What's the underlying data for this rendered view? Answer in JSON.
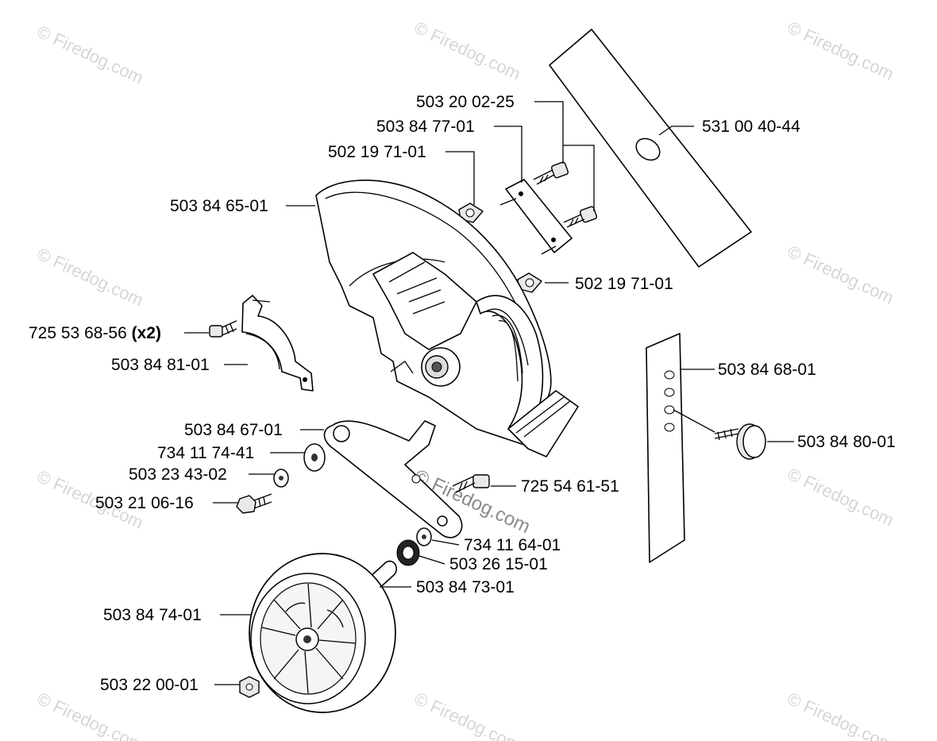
{
  "watermark": "© Firedog.com",
  "center_watermark": "© Firedog.com",
  "parts": {
    "blade": "531 00 40-44",
    "screw_blade": "503 20 02-25",
    "clamp_plate": "503 84 77-01",
    "nut_upper": "502 19 71-01",
    "nut_lower": "502 19 71-01",
    "guard": "503 84 65-01",
    "clamp_screw": "725 53 68-56",
    "clamp_screw_qty": "(x2)",
    "clamp": "503 84 81-01",
    "bracket_plate": "503 84 68-01",
    "knob": "503 84 80-01",
    "wheel_arm": "503 84 67-01",
    "washer_large": "734 11 74-41",
    "washer_small": "503 23 43-02",
    "bolt": "503 21 06-16",
    "arm_screw": "725 54 61-51",
    "washer_axle": "734 11 64-01",
    "bearing": "503 26 15-01",
    "spacer": "503 84 73-01",
    "wheel": "503 84 74-01",
    "wheel_nut": "503 22 00-01"
  }
}
